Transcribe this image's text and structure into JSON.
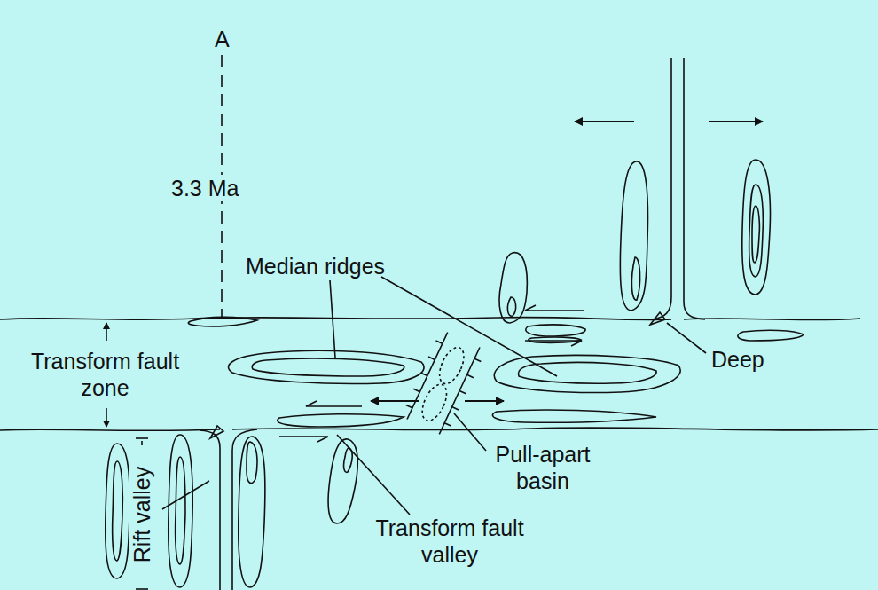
{
  "diagram": {
    "labels": [
      "A",
      "3.3 Ma",
      "Median ridges",
      "Transform fault zone",
      "Deep",
      "Pull-apart basin",
      "Rift valley",
      "Transform fault valley"
    ]
  }
}
